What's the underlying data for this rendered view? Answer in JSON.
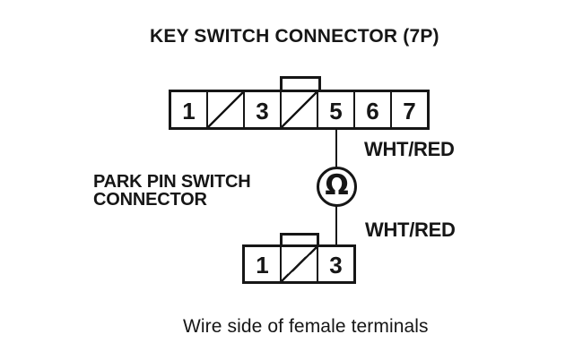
{
  "page": {
    "background": "#ffffff",
    "ink_color": "#161616"
  },
  "diagram": {
    "title": "KEY SWITCH CONNECTOR (7P)",
    "key_switch_connector": {
      "cells": [
        {
          "label": "1",
          "slashed": false
        },
        {
          "label": "",
          "slashed": true
        },
        {
          "label": "3",
          "slashed": false
        },
        {
          "label": "",
          "slashed": true
        },
        {
          "label": "5",
          "slashed": false
        },
        {
          "label": "6",
          "slashed": false
        },
        {
          "label": "7",
          "slashed": false
        }
      ]
    },
    "park_pin_switch_connector": {
      "label_line1": "PARK PIN SWITCH",
      "label_line2": "CONNECTOR",
      "cells": [
        {
          "label": "1",
          "slashed": false
        },
        {
          "label": "",
          "slashed": true
        },
        {
          "label": "3",
          "slashed": false
        }
      ]
    },
    "wire_labels": {
      "upper": "WHT/RED",
      "lower": "WHT/RED"
    },
    "ohmmeter": {
      "symbol": "Ω"
    },
    "caption": "Wire side of female terminals"
  }
}
